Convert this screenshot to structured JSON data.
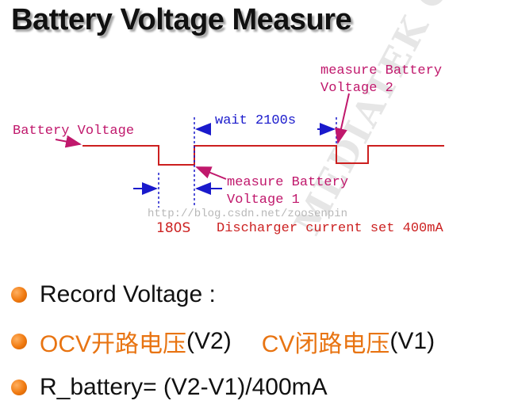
{
  "title": "Battery Voltage Measure",
  "diagram": {
    "battery_voltage_label": "Battery Voltage",
    "wait_label": "wait 2100s",
    "measure2_line1": "measure Battery",
    "measure2_line2": "Voltage 2",
    "measure1_line1": "measure Battery",
    "measure1_line2": "Voltage 1",
    "interval_label": "180S",
    "discharge_label": "Discharger current set 400mA",
    "watermark": "http://blog.csdn.net/zoosenpin",
    "confidential_text": "MEDIATEK CONFIDENTIAL"
  },
  "bullets": [
    {
      "plain": "Record Voltage :"
    },
    {
      "ocv": "OCV开路电压",
      "v2": " (V2)",
      "cv": "CV闭路电压",
      "v1": "(V1)"
    },
    {
      "plain": "R_battery= (V2-V1)/400mA"
    }
  ],
  "colors": {
    "signal": "#cc1f1f",
    "arrow_blue": "#1a1acc",
    "arrow_magenta": "#c0186c",
    "bullet": "#f07a10",
    "accent_text": "#e87412"
  }
}
